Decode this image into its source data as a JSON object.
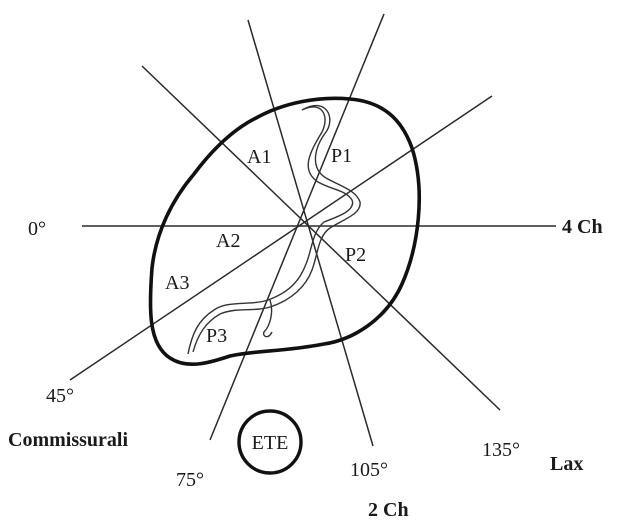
{
  "scan_lines": {
    "angle_0": "0°",
    "angle_45": "45°",
    "angle_75": "75°",
    "angle_105": "105°",
    "angle_135": "135°"
  },
  "views": {
    "four_chamber": "4 Ch",
    "commissural": "Commissurali",
    "two_chamber": "2 Ch",
    "long_axis": "Lax"
  },
  "segments": {
    "a1": "A1",
    "a2": "A2",
    "a3": "A3",
    "p1": "P1",
    "p2": "P2",
    "p3": "P3"
  },
  "probe": {
    "label": "ETE"
  },
  "colors": {
    "ink": "#111111",
    "background": "#ffffff"
  }
}
